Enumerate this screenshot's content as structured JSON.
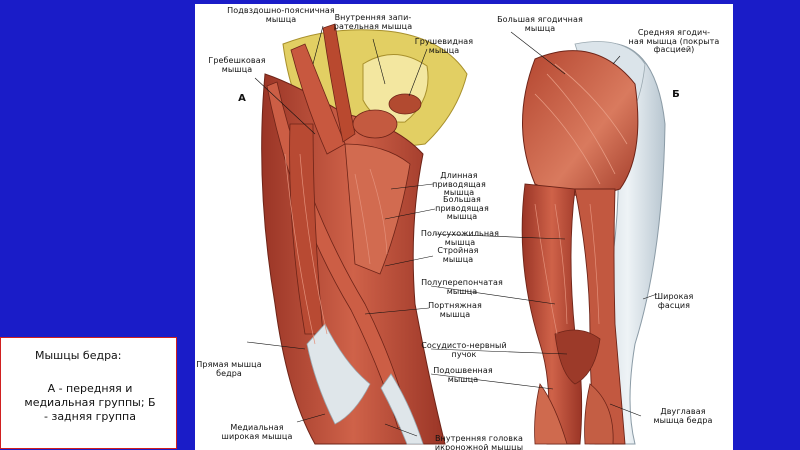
{
  "labels": {
    "iliopsoas": "Подвздошно-поясничная\nмышца",
    "obturator_internus": "Внутренняя запи-\nрательная мышца",
    "piriformis": "Грушевидная\nмышца",
    "gluteus_maximus": "Большая ягодичная\nмышца",
    "gluteus_medius": "Средняя ягодич-\nная мышца (покрыта\nфасцией)",
    "pectineus": "Гребешковая\nмышца",
    "view_a": "А",
    "view_b": "Б",
    "adductor_longus": "Длинная\nприводящая\nмышца",
    "adductor_magnus": "Большая\nприводящая\nмышца",
    "semitendinosus": "Полусухожильная\nмышца",
    "gracilis": "Стройная\nмышца",
    "semimembranosus": "Полуперепончатая\nмышца",
    "sartorius": "Портняжная\nмышца",
    "neurovascular": "Сосудисто-нервный\nпучок",
    "plantaris": "Подошвенная\nмышца",
    "fascia_lata": "Широкая\nфасция",
    "rectus_femoris": "Прямая мышца\nбедра",
    "vastus_medialis": "Медиальная\nширокая мышца",
    "gastrocnemius_medial": "Внутренняя головка\nикроножной мышцы",
    "biceps_femoris": "Двуглавая\nмышца бедра"
  },
  "caption": {
    "title": "Мышцы бедра:",
    "body": "А - передняя и\nмедиальная группы; Б\n- задняя группа"
  },
  "colors": {
    "background": "#1a1cc8",
    "muscle": "#c0503a",
    "muscle_dark": "#8e2f22",
    "tendon": "#dfe6ea",
    "bone": "#e6d46a",
    "caption_border": "#d02020"
  }
}
